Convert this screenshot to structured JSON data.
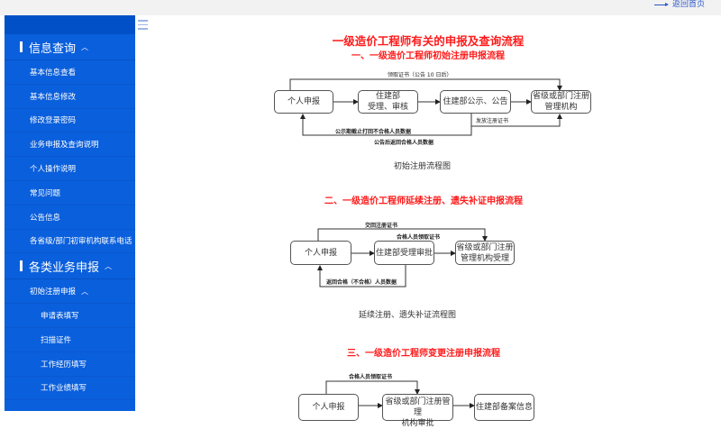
{
  "header": {
    "back_home": "返回首页"
  },
  "sidebar": {
    "sections": [
      {
        "label": "信息查询",
        "items": [
          "基本信息查看",
          "基本信息修改",
          "修改登录密码",
          "业务申报及查询说明",
          "个人操作说明",
          "常见问题",
          "公告信息",
          "各省级/部门初审机构联系电话"
        ]
      },
      {
        "label": "各类业务申报",
        "subsection": "初始注册申报",
        "items": [
          "申请表填写",
          "扫描证件",
          "工作经历填写",
          "工作业绩填写"
        ]
      }
    ]
  },
  "main": {
    "title": "一级造价工程师有关的申报及查询流程",
    "flow1": {
      "title": "一、一级造价工程师初始注册申报流程",
      "boxes": [
        "个人申报",
        "住建部\n受理、审核",
        "住建部公示、公告",
        "省级或部门注册\n管理机构"
      ],
      "label_top": "领取证书（公告 10 日后）",
      "label_issue": "发放注册证书",
      "label_return1": "公示期截止打回不合格人员数据",
      "label_return2": "公告后返回合格人员数据",
      "caption": "初始注册流程图"
    },
    "flow2": {
      "title": "二、一级造价工程师延续注册、遗失补证申报流程",
      "boxes": [
        "个人申报",
        "住建部受理审批",
        "省级或部门注册\n管理机构受理"
      ],
      "label_top": "交回注册证书",
      "label_get": "合格人员领取证书",
      "label_return": "返回合格（不合格）人员数据",
      "caption": "延续注册、遗失补证流程图"
    },
    "flow3": {
      "title": "三、一级造价工程师变更注册申报流程",
      "boxes": [
        "个人申报",
        "省级或部门注册管理\n机构审批",
        "住建部备案信息"
      ],
      "label_top": "合格人员领取证书"
    }
  }
}
